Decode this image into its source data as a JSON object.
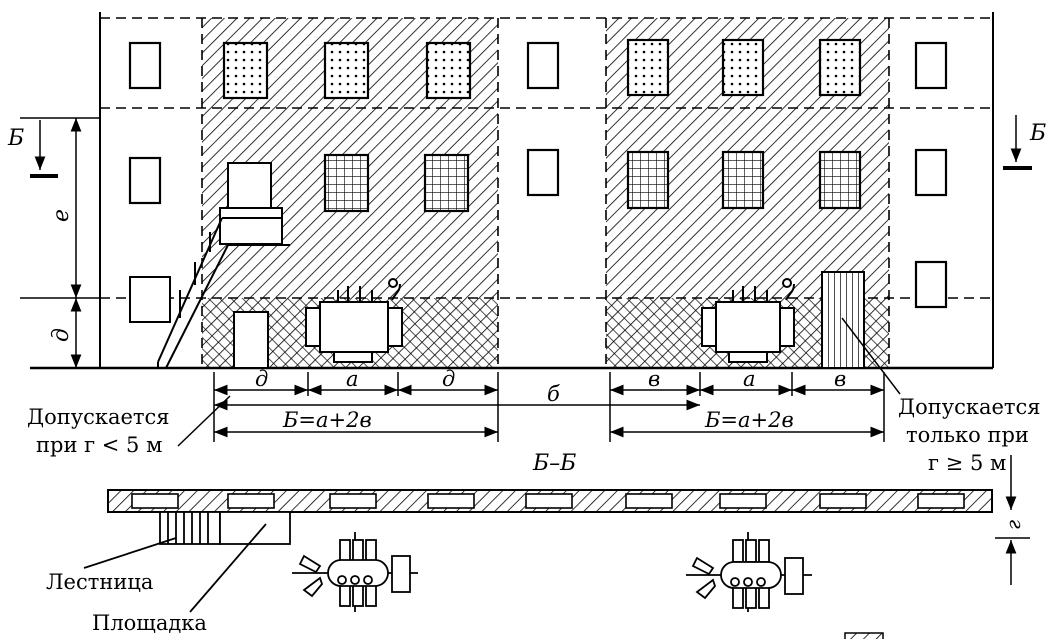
{
  "labels": {
    "section_letter_left": "Б",
    "section_letter_right": "Б",
    "dim_e": "е",
    "dim_d_vertical": "д",
    "dim_d1": "д",
    "dim_a1": "а",
    "dim_d2": "д",
    "dim_b_gap": "б",
    "dim_v1": "в",
    "dim_a2": "а",
    "dim_v2": "в",
    "formula_left": "Б=а+2в",
    "formula_right": "Б=а+2в",
    "dim_g": "г",
    "section_title": "Б–Б"
  },
  "notes": {
    "left_line1": "Допускается",
    "left_line2": "при г < 5 м",
    "right_line1": "Допускается",
    "right_line2": "только при",
    "right_line3": "г ≥ 5 м",
    "stair": "Лестница",
    "platform": "Площадка"
  }
}
